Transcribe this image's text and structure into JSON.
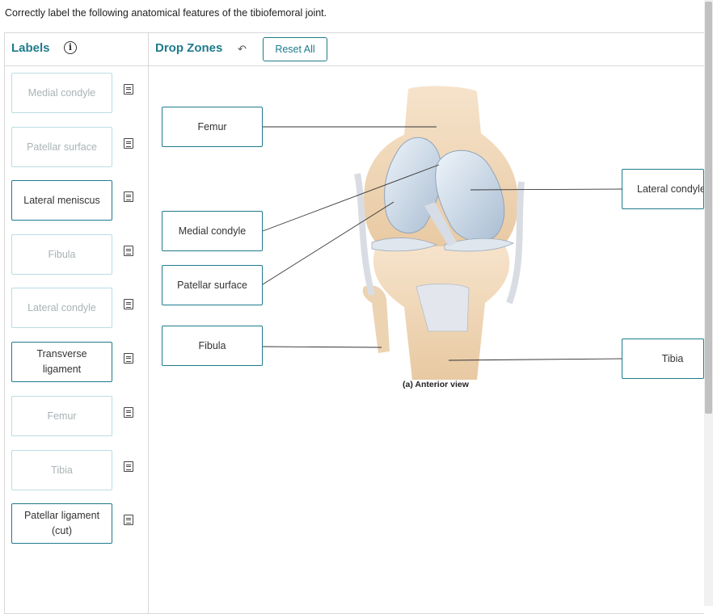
{
  "instruction": "Correctly label the following anatomical features of the tibiofemoral joint.",
  "labels_panel": {
    "title": "Labels",
    "info_icon": "info-icon"
  },
  "drop_panel": {
    "title": "Drop Zones",
    "undo_icon": "undo-arrow-icon",
    "reset_label": "Reset All"
  },
  "labels": [
    {
      "text": "Medial condyle",
      "used": true
    },
    {
      "text": "Patellar surface",
      "used": true
    },
    {
      "text": "Lateral meniscus",
      "used": false
    },
    {
      "text": "Fibula",
      "used": true
    },
    {
      "text": "Lateral condyle",
      "used": true
    },
    {
      "text": "Transverse ligament",
      "used": false
    },
    {
      "text": "Femur",
      "used": true
    },
    {
      "text": "Tibia",
      "used": true
    },
    {
      "text": "Patellar ligament (cut)",
      "used": false
    }
  ],
  "note_icon": "notes-icon",
  "drop_zones": {
    "femur": "Femur",
    "medial_condyle": "Medial condyle",
    "patellar_surface": "Patellar surface",
    "fibula": "Fibula",
    "lateral_condyle": "Lateral condyle",
    "tibia": "Tibia"
  },
  "figure_caption": "(a) Anterior view",
  "colors": {
    "accent": "#1e7b8c",
    "used_border": "#b9dde3",
    "used_text": "#a9b3b6"
  }
}
